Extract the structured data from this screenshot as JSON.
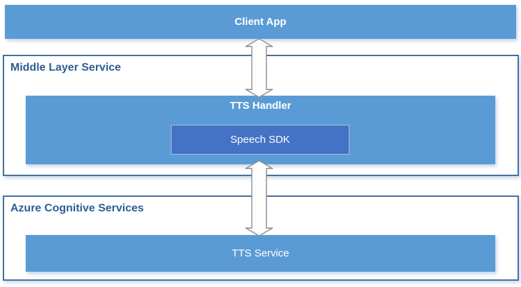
{
  "diagram": {
    "client_app": {
      "label": "Client App"
    },
    "middle_layer": {
      "label": "Middle Layer Service",
      "tts_handler": {
        "label": "TTS Handler"
      },
      "speech_sdk": {
        "label": "Speech SDK"
      }
    },
    "azure": {
      "label": "Azure Cognitive Services",
      "tts_service": {
        "label": "TTS Service"
      }
    },
    "connections": [
      {
        "from": "Client App",
        "to": "TTS Handler",
        "type": "bidirectional-arrow"
      },
      {
        "from": "Speech SDK",
        "to": "TTS Service",
        "type": "bidirectional-arrow"
      }
    ],
    "colors": {
      "bar_blue": "#5b9bd5",
      "sdk_blue": "#4472c4",
      "container_border": "#41719c",
      "label_text": "#2e5e95",
      "bar_text": "#ffffff",
      "arrow_fill": "#fdfdfd",
      "arrow_outline": "#8c8c8c",
      "background": "#ffffff"
    }
  }
}
